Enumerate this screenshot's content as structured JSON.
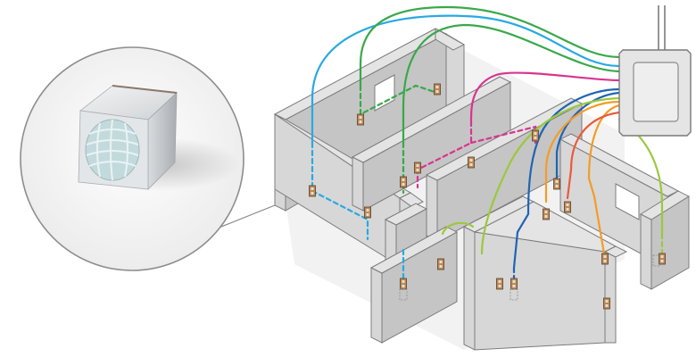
{
  "colors": {
    "background": "#ffffff",
    "wall_top": "#e4e4e4",
    "wall_front": "#d7d7d7",
    "wall_side": "#c5c5c5",
    "wall_stroke": "#7c7c7c",
    "floor": "#f2f2f2",
    "panel_body": "#e6e6e6",
    "panel_stroke": "#7a7a7a",
    "device_tan": "#b88a5c",
    "device_dark": "#5a3f25",
    "sensor_face": "#c9dde0",
    "sensor_body": "#e2e4e6",
    "callout_circle": "#f3f3f3"
  },
  "wires": [
    {
      "name": "sky-blue-line",
      "color": "#29a9e1"
    },
    {
      "name": "green-line",
      "color": "#3aa84a"
    },
    {
      "name": "magenta-line",
      "color": "#d9348f"
    },
    {
      "name": "navy-blue-line",
      "color": "#1f64b4"
    },
    {
      "name": "orange-line",
      "color": "#f39c27"
    },
    {
      "name": "red-orange-line",
      "color": "#ea5b3a"
    },
    {
      "name": "lime-line",
      "color": "#9cc83c"
    }
  ],
  "icons": {
    "callout": "wireless-sensor-magnifier",
    "panel": "control-panel-box",
    "device": "wall-switch-device"
  }
}
